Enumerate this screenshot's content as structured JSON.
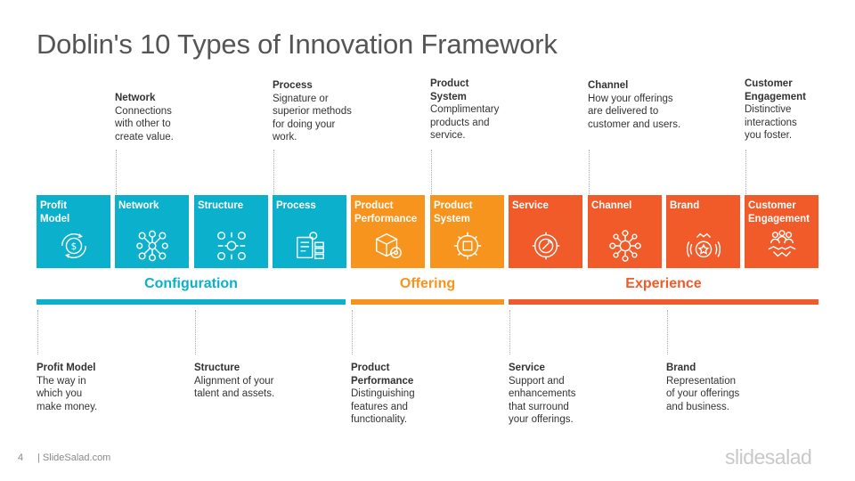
{
  "slide": {
    "title": "Doblin's 10 Types of Innovation Framework",
    "page_number": "4",
    "site": "| SlideSalad.com",
    "logo": "slidesalad"
  },
  "colors": {
    "configuration": "#0bb0cc",
    "offering": "#f7941d",
    "experience": "#f15a29"
  },
  "tiles": [
    {
      "label": "Profit Model",
      "icon": "coin-cycle-icon"
    },
    {
      "label": "Network",
      "icon": "network-nodes-icon"
    },
    {
      "label": "Structure",
      "icon": "structure-icon"
    },
    {
      "label": "Process",
      "icon": "process-document-icon"
    },
    {
      "label": "Product Performance",
      "icon": "box-gear-icon"
    },
    {
      "label": "Product System",
      "icon": "gear-box-icon"
    },
    {
      "label": "Service",
      "icon": "service-gear-icon"
    },
    {
      "label": "Channel",
      "icon": "channel-hub-icon"
    },
    {
      "label": "Brand",
      "icon": "brand-badge-icon"
    },
    {
      "label": "Customer Engagement",
      "icon": "handshake-icon"
    }
  ],
  "groups": [
    {
      "label": "Configuration"
    },
    {
      "label": "Offering"
    },
    {
      "label": "Experience"
    }
  ],
  "descriptions_top": [
    {
      "title": "Network",
      "text": "Connections with other to create value."
    },
    {
      "title": "Process",
      "text": "Signature or superior methods for doing your work."
    },
    {
      "title": "Product System",
      "text": "Complimentary products and service."
    },
    {
      "title": "Channel",
      "text": "How your offerings are delivered to customer and users."
    },
    {
      "title": "Customer Engagement",
      "text": "Distinctive interactions you foster."
    }
  ],
  "descriptions_bottom": [
    {
      "title": "Profit Model",
      "text": "The way in which you make money."
    },
    {
      "title": "Structure",
      "text": "Alignment of your talent and assets."
    },
    {
      "title": "Product Performance",
      "text": "Distinguishing features and functionality."
    },
    {
      "title": "Service",
      "text": "Support and enhancements that surround your offerings."
    },
    {
      "title": "Brand",
      "text": "Representation of your offerings and business."
    }
  ]
}
